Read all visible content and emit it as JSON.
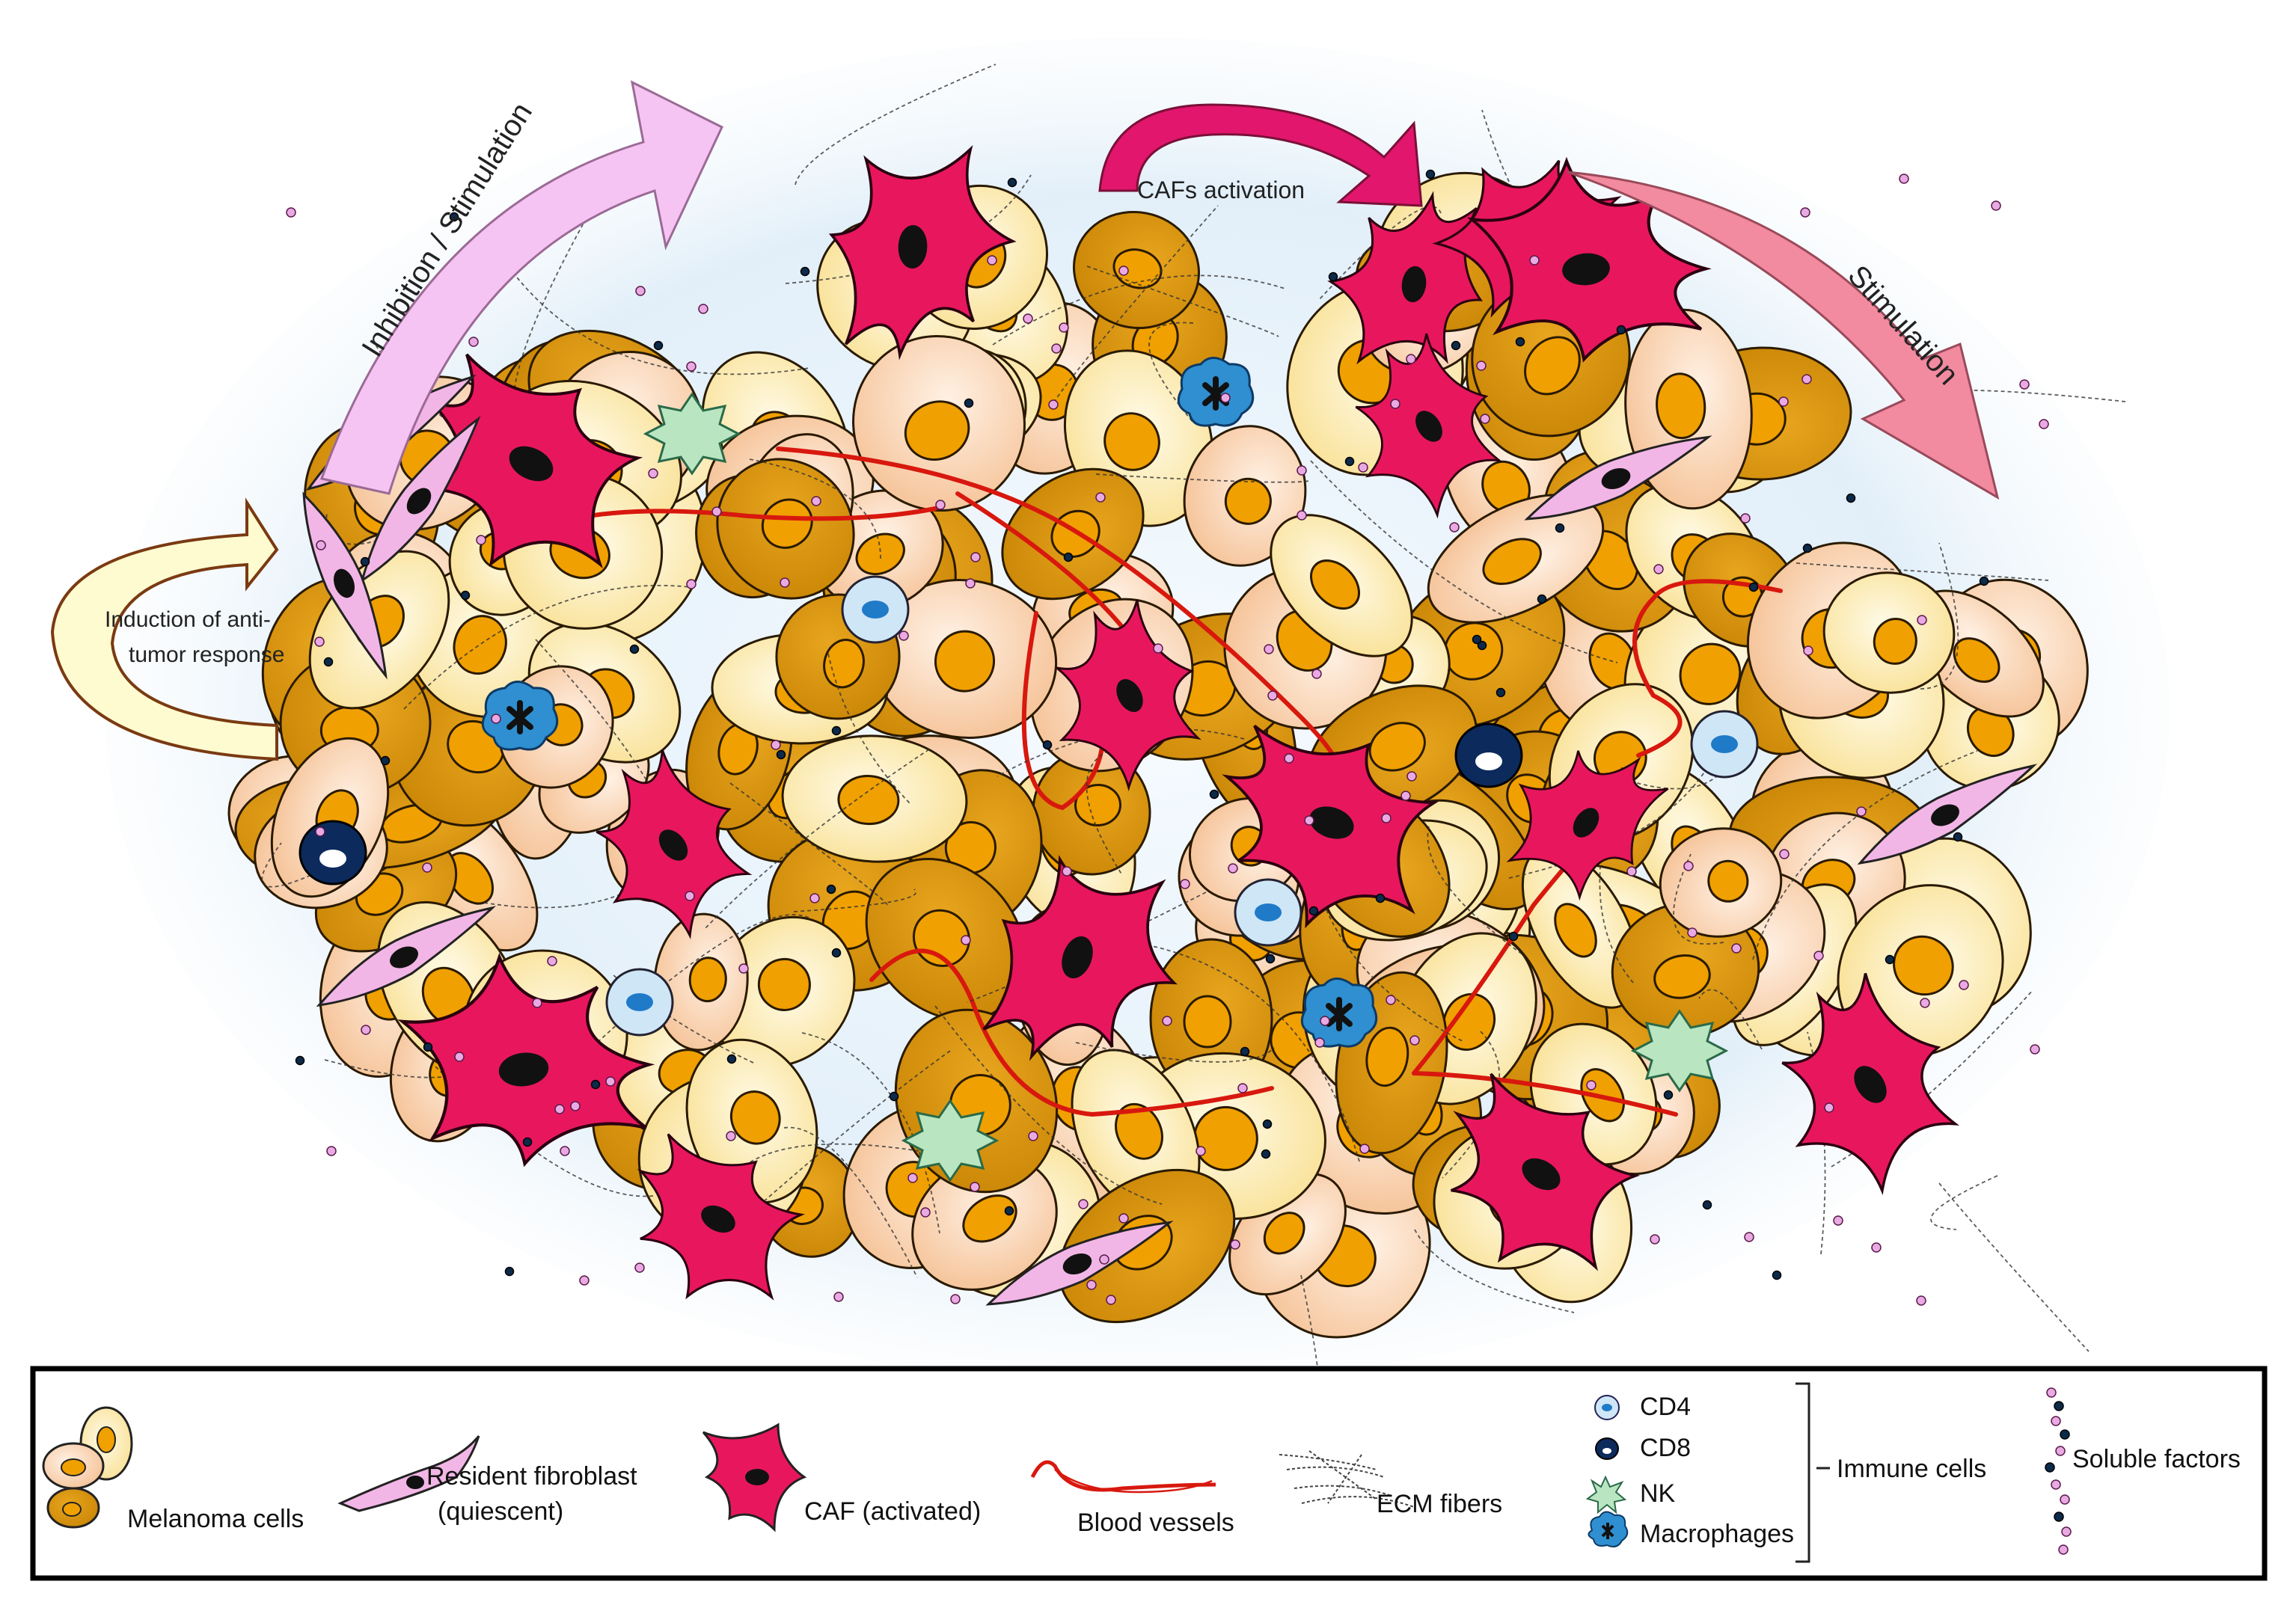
{
  "arrows": {
    "inhibition_stimulation": "Inhibition  /  Stimulation",
    "cafs_activation": "CAFs activation",
    "stimulation": "Stimulation",
    "induction_line1": "Induction of anti-",
    "induction_line2": "tumor response"
  },
  "legend": {
    "melanoma": "Melanoma cells",
    "fibroblast_line1": "Resident fibroblast",
    "fibroblast_line2": "(quiescent)",
    "caf": "CAF (activated)",
    "blood": "Blood vessels",
    "ecm": "ECM fibers",
    "cd4": "CD4",
    "cd8": "CD8",
    "nk": "NK",
    "macrophages": "Macrophages",
    "immune": "Immune cells",
    "soluble": "Soluble factors"
  },
  "colors": {
    "melanoma_dark": "#d4900a",
    "melanoma_peach": "#f7c9a0",
    "melanoma_light": "#fbe7a6",
    "nucleus": "#f0a000",
    "caf": "#e8175d",
    "fibroblast": "#f2b6e6",
    "vessel": "#d8180e",
    "cd4": "#cfe6f7",
    "cd8": "#0c2a5c",
    "nk": "#b9e6c0",
    "macrophage": "#2f8fd0",
    "arrow_pink_light": "#f6c4f2",
    "arrow_magenta": "#e2166d",
    "arrow_pink": "#f28aa0",
    "arrow_yellow": "#fffbd0"
  }
}
